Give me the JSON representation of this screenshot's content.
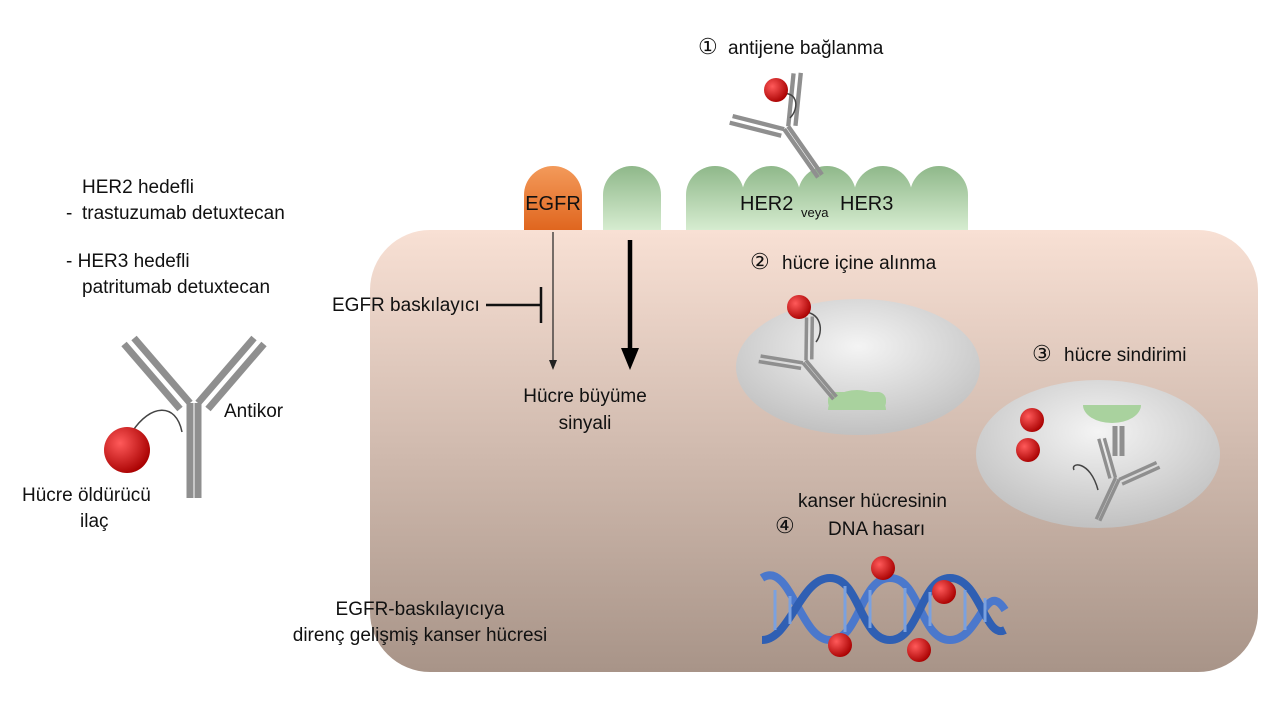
{
  "colors": {
    "cell_top": "#f8e0d4",
    "cell_bottom": "#a89488",
    "receptor_green": "#8fb88a",
    "egfr_orange": "#e8762f",
    "antibody_gray": "#8f8f8f",
    "payload_red": "#c00000",
    "dna_blue": "#3d6fc4"
  },
  "left_panel": {
    "her2_line1": "HER2 hedefli",
    "her2_dash": "-",
    "her2_line2": "trastuzumab detuxtecan",
    "her3_line1": "- HER3 hedefli",
    "her3_line2": "patritumab detuxtecan",
    "antibody_label": "Antikor",
    "drug_label_line1": "Hücre öldürücü",
    "drug_label_line2": "ilaç"
  },
  "membrane": {
    "egfr_label": "EGFR",
    "her2_label": "HER2",
    "veya_label": "veya",
    "her3_label": "HER3"
  },
  "signaling": {
    "inhibitor_label": "EGFR baskılayıcı",
    "growth_line1": "Hücre büyüme",
    "growth_line2": "sinyali"
  },
  "steps": [
    {
      "num": "①",
      "label": "antijene bağlanma"
    },
    {
      "num": "②",
      "label": "hücre içine alınma"
    },
    {
      "num": "③",
      "label": "hücre sindirimi"
    },
    {
      "num": "④",
      "label_line1": "kanser hücresinin",
      "label_line2": "DNA hasarı"
    }
  ],
  "cell_caption": {
    "line1": "EGFR-baskılayıcıya",
    "line2": "direnç gelişmiş kanser hücresi"
  }
}
